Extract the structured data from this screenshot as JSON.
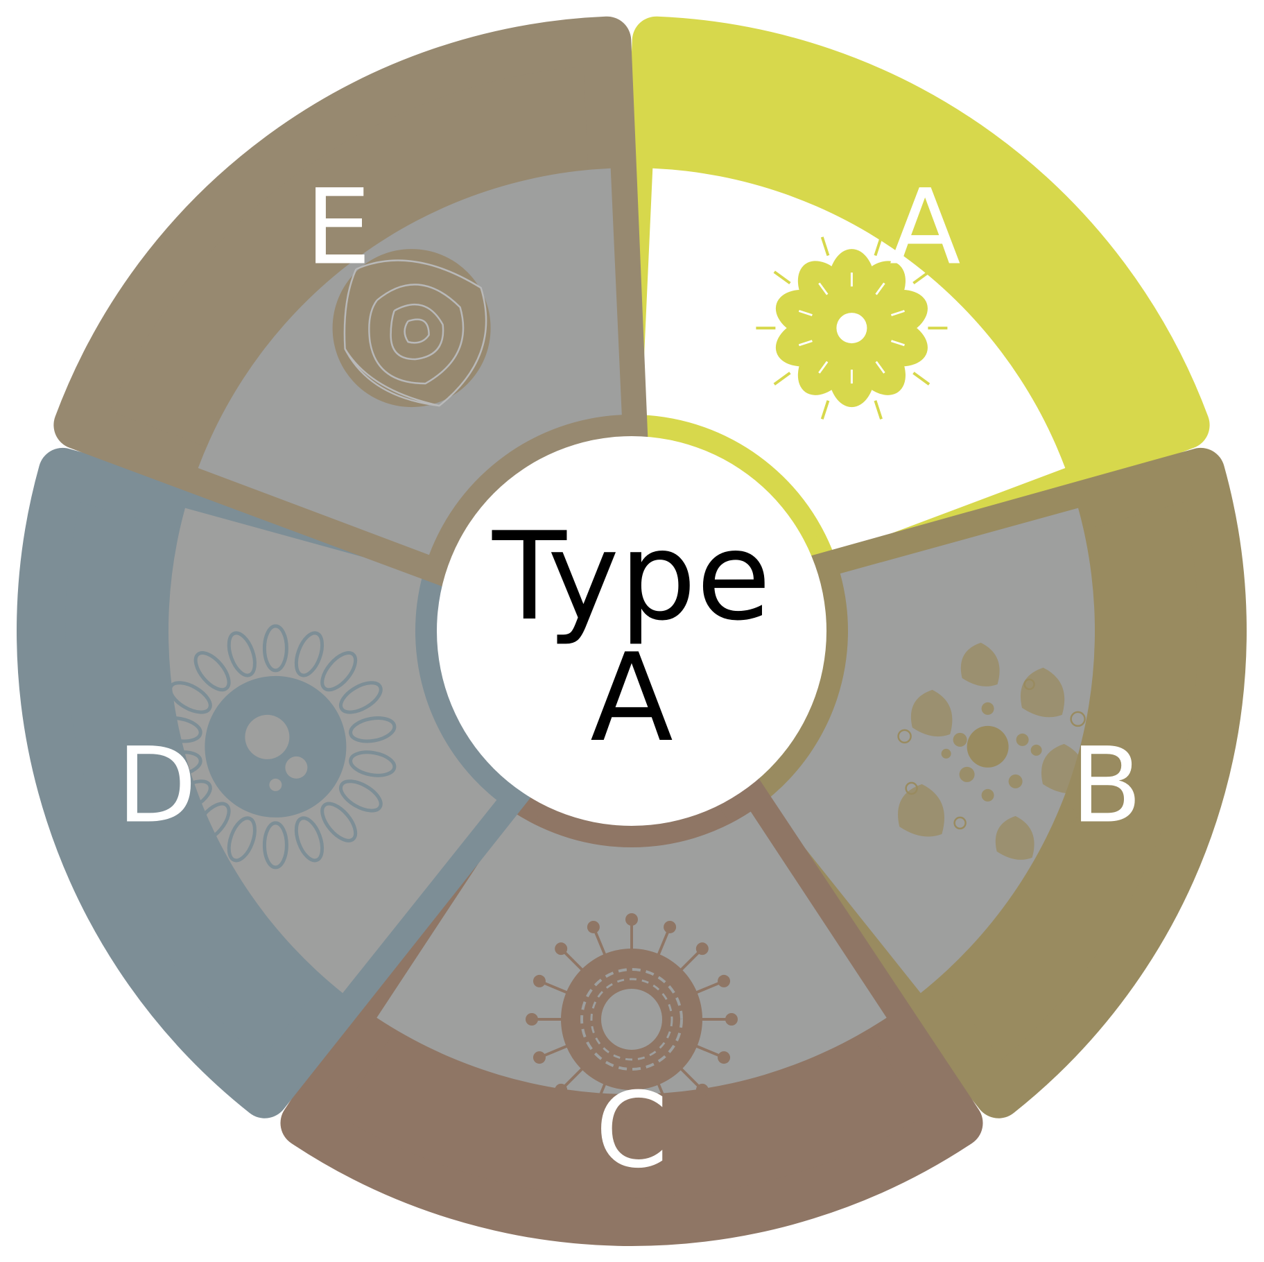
{
  "center": {
    "line1": "Type",
    "line2": "A"
  },
  "segments": [
    {
      "id": "a",
      "label": "A",
      "outer_color": "#d7d84c",
      "inner_color": "#ffffff",
      "icon_color": "#d7d84c",
      "icon": "flower-icon",
      "selected": true
    },
    {
      "id": "b",
      "label": "B",
      "outer_color": "#998b60",
      "inner_color": "#9e9f9e",
      "icon_color": "#998b60",
      "icon": "spore-cluster-icon",
      "selected": false
    },
    {
      "id": "c",
      "label": "C",
      "outer_color": "#8f7665",
      "inner_color": "#9e9f9e",
      "icon_color": "#8f7665",
      "icon": "virus-icon",
      "selected": false
    },
    {
      "id": "d",
      "label": "D",
      "outer_color": "#7d8e96",
      "inner_color": "#9e9f9e",
      "icon_color": "#7d8e96",
      "icon": "sun-petal-icon",
      "selected": false
    },
    {
      "id": "e",
      "label": "E",
      "outer_color": "#978970",
      "inner_color": "#9e9f9e",
      "icon_color": "#978970",
      "icon": "rose-icon",
      "selected": false
    }
  ]
}
